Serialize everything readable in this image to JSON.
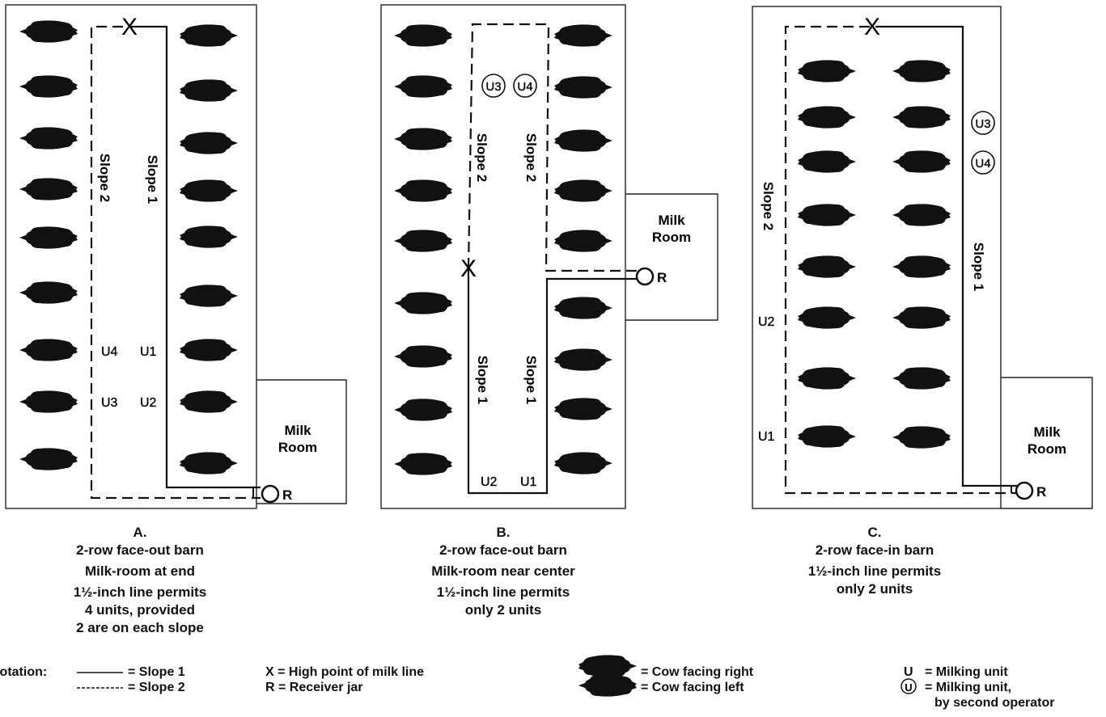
{
  "diagrams": [
    {
      "letter": "A.",
      "lines": [
        "2-row face-out barn",
        "Milk-room at end",
        "1½-inch line permits",
        "4 units, provided",
        "2 are on each slope"
      ],
      "milk_room": [
        "Milk",
        "Room"
      ],
      "receiver": "R",
      "high_point": "X",
      "slope_labels": [
        "Slope 2",
        "Slope 1"
      ],
      "units": [
        "U4",
        "U1",
        "U3",
        "U2"
      ]
    },
    {
      "letter": "B.",
      "lines": [
        "2-row face-out barn",
        "Milk-room near center",
        "1½-inch line permits",
        "only 2 units"
      ],
      "milk_room": [
        "Milk",
        "Room"
      ],
      "receiver": "R",
      "high_point": "X",
      "slope_labels": [
        "Slope 2",
        "Slope 2",
        "Slope 1",
        "Slope 1"
      ],
      "units": [
        "U3",
        "U4",
        "U2",
        "U1"
      ]
    },
    {
      "letter": "C.",
      "lines": [
        "2-row face-in barn",
        "1½-inch line permits",
        "only 2 units"
      ],
      "milk_room": [
        "Milk",
        "Room"
      ],
      "receiver": "R",
      "high_point": "X",
      "slope_labels": [
        "Slope 2",
        "Slope 1"
      ],
      "units": [
        "U3",
        "U4",
        "U2",
        "U1"
      ]
    }
  ],
  "legend": {
    "notation_label": "Notation:",
    "slope1": "= Slope 1",
    "slope2": "= Slope 2",
    "x_def": "X = High point of milk line",
    "r_def": "R = Receiver jar",
    "cow_right": "= Cow facing right",
    "cow_left": "= Cow facing left",
    "u_symbol": "U",
    "u_def": "= Milking unit",
    "u2_def": "= Milking unit,",
    "u2_def_line2": "by second operator"
  }
}
